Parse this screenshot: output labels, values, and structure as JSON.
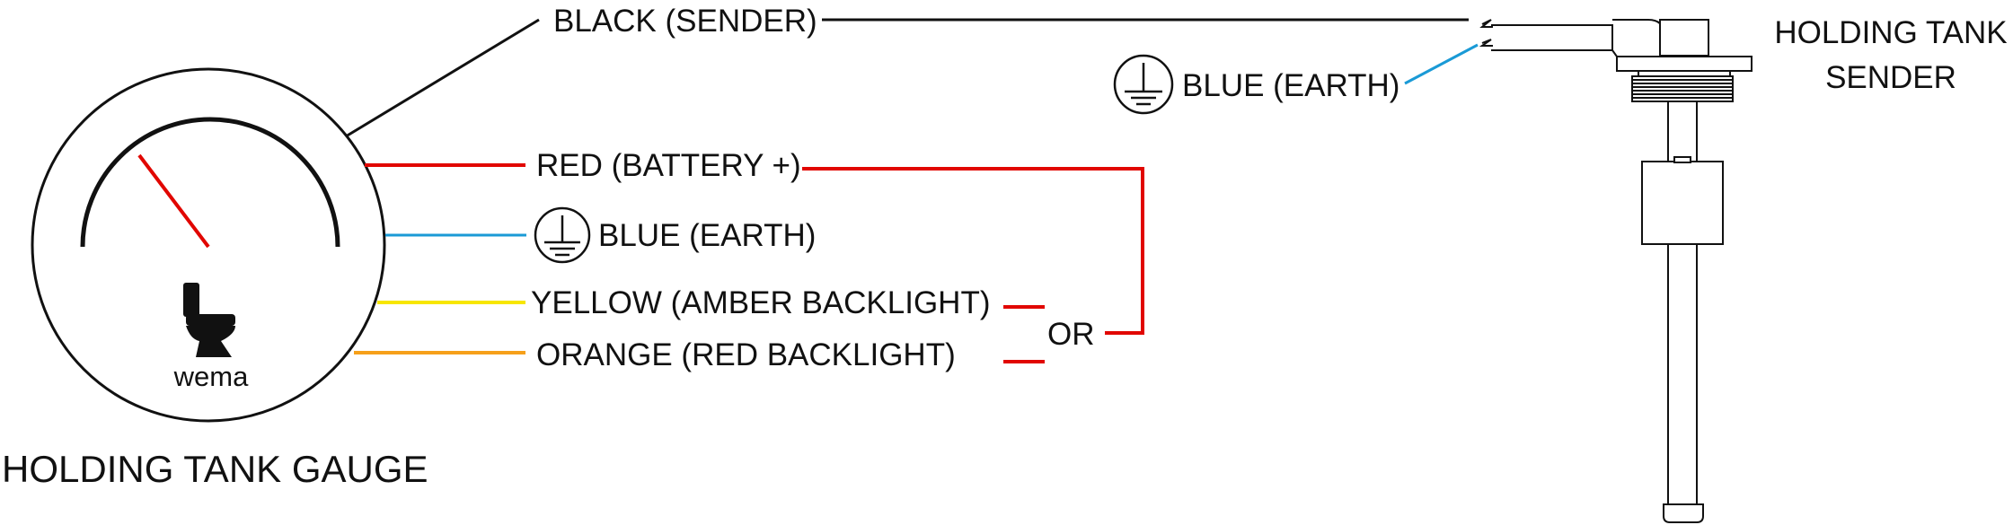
{
  "gauge": {
    "title": "HOLDING TANK GAUGE",
    "brand": "wema",
    "icon": "toilet-icon"
  },
  "sender": {
    "title_line1": "HOLDING TANK",
    "title_line2": "SENDER"
  },
  "wires": {
    "black_sender": "BLACK (SENDER)",
    "red_battery": "RED (BATTERY +)",
    "blue_earth_gauge": "BLUE (EARTH)",
    "yellow_backlight": "YELLOW (AMBER BACKLIGHT)",
    "orange_backlight": "ORANGE (RED BACKLIGHT)",
    "blue_earth_sender": "BLUE (EARTH)",
    "or_label": "OR"
  },
  "colors": {
    "black": "#111111",
    "red": "#e10600",
    "blue": "#1a9ad6",
    "yellow": "#f7e600",
    "orange": "#f6a01a"
  }
}
